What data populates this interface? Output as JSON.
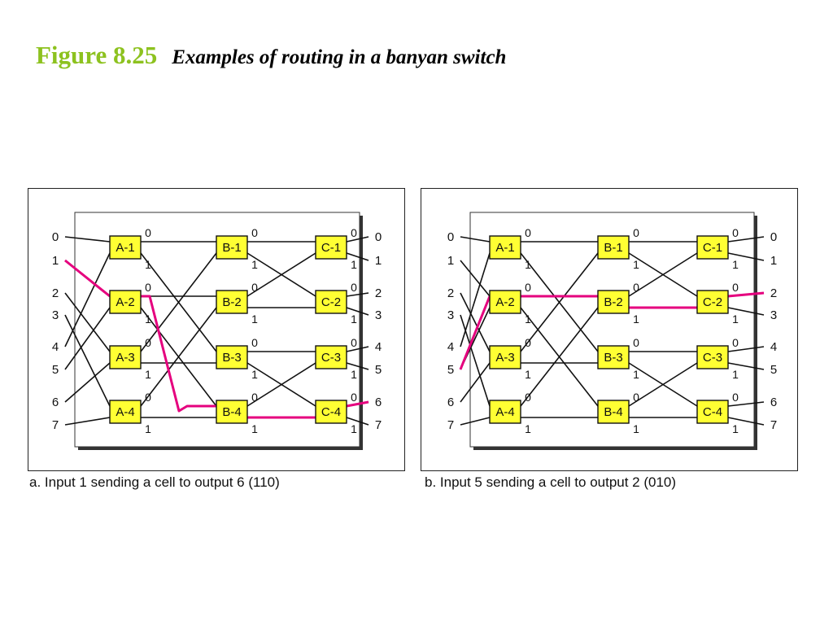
{
  "header": {
    "figure_label": "Figure 8.25",
    "caption": "Examples of routing in a banyan switch"
  },
  "colors": {
    "route": "#e5007e",
    "switch_fill": "#ffff33",
    "title_green": "#8dc21f"
  },
  "stages": {
    "A": [
      "A-1",
      "A-2",
      "A-3",
      "A-4"
    ],
    "B": [
      "B-1",
      "B-2",
      "B-3",
      "B-4"
    ],
    "C": [
      "C-1",
      "C-2",
      "C-3",
      "C-4"
    ]
  },
  "bits": {
    "upper": "0",
    "lower": "1"
  },
  "inputs": [
    "0",
    "1",
    "2",
    "3",
    "4",
    "5",
    "6",
    "7"
  ],
  "outputs": [
    "0",
    "1",
    "2",
    "3",
    "4",
    "5",
    "6",
    "7"
  ],
  "panels": [
    {
      "caption": "a. Input 1 sending a cell to output 6 (110)",
      "route": {
        "input": "1",
        "output": "6",
        "bits": "110"
      }
    },
    {
      "caption": "b. Input 5 sending a cell to output 2 (010)",
      "route": {
        "input": "5",
        "output": "2",
        "bits": "010"
      }
    }
  ]
}
